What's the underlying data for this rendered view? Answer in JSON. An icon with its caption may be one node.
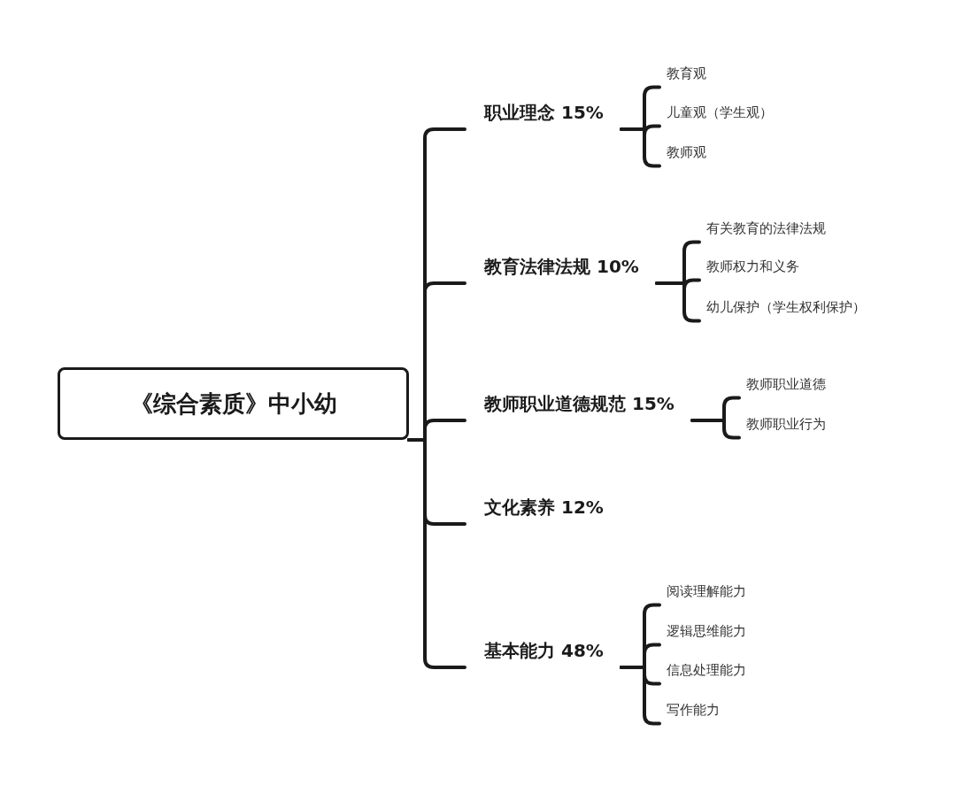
{
  "diagram": {
    "nodes": [
      {
        "text": [
          "《综合素质》中小幼"
        ]
      },
      {
        "text": [
          "职业理念 15%"
        ]
      },
      {
        "text": [
          "教育观"
        ]
      },
      {
        "text": [
          "儿童观（学生观）"
        ]
      },
      {
        "text": [
          "教师观"
        ]
      },
      {
        "text": [
          "教育法律法规 10%"
        ]
      },
      {
        "text": [
          "有关教育的法律法规"
        ]
      },
      {
        "text": [
          "教师权力和义务"
        ]
      },
      {
        "text": [
          "幼儿保护（学生权利保护）"
        ]
      },
      {
        "text": [
          "教师职业道德规范 15%"
        ]
      },
      {
        "text": [
          "教师职业道德"
        ]
      },
      {
        "text": [
          "教师职业行为"
        ]
      },
      {
        "text": [
          "文化素养 12%"
        ]
      },
      {
        "text": [
          "基本能力 48%"
        ]
      },
      {
        "text": [
          "阅读理解能力"
        ]
      },
      {
        "text": [
          "逻辑思维能力"
        ]
      },
      {
        "text": [
          "信息处理能力"
        ]
      },
      {
        "text": [
          "写作能力"
        ]
      }
    ],
    "edges": [
      {
        "from": 0,
        "to": 1,
        "arrow": "none"
      },
      {
        "from": 0,
        "to": 5,
        "arrow": "none"
      },
      {
        "from": 0,
        "to": 9,
        "arrow": "none"
      },
      {
        "from": 0,
        "to": 12,
        "arrow": "none"
      },
      {
        "from": 0,
        "to": 13,
        "arrow": "none"
      },
      {
        "from": 1,
        "to": 2,
        "arrow": "none"
      },
      {
        "from": 1,
        "to": 3,
        "arrow": "none"
      },
      {
        "from": 1,
        "to": 4,
        "arrow": "none"
      },
      {
        "from": 5,
        "to": 6,
        "arrow": "none"
      },
      {
        "from": 5,
        "to": 7,
        "arrow": "none"
      },
      {
        "from": 5,
        "to": 8,
        "arrow": "none"
      },
      {
        "from": 9,
        "to": 10,
        "arrow": "none"
      },
      {
        "from": 9,
        "to": 11,
        "arrow": "none"
      },
      {
        "from": 13,
        "to": 14,
        "arrow": "none"
      },
      {
        "from": 13,
        "to": 15,
        "arrow": "none"
      },
      {
        "from": 13,
        "to": 16,
        "arrow": "none"
      },
      {
        "from": 13,
        "to": 17,
        "arrow": "none"
      }
    ]
  }
}
